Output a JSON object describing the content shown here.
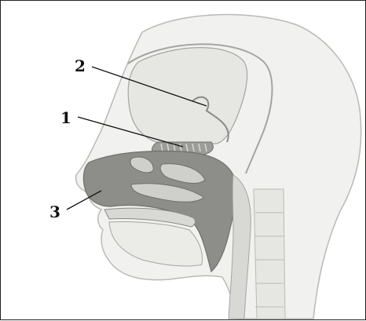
{
  "labels": {
    "label_1": "1",
    "label_2": "2",
    "label_3": "3"
  },
  "colors": {
    "head": "#f1f1ef",
    "head_outline": "#b9b9b6",
    "brain_region": "#e6e6e3",
    "skull_line": "#a4a4a0",
    "cavity": "#8d8d8a",
    "cavity_dark": "#6f6f6c",
    "turbinate": "#cfcfcc",
    "olfactory": "#9c9c98",
    "pharynx": "#d8d8d5",
    "line": "#111111"
  }
}
